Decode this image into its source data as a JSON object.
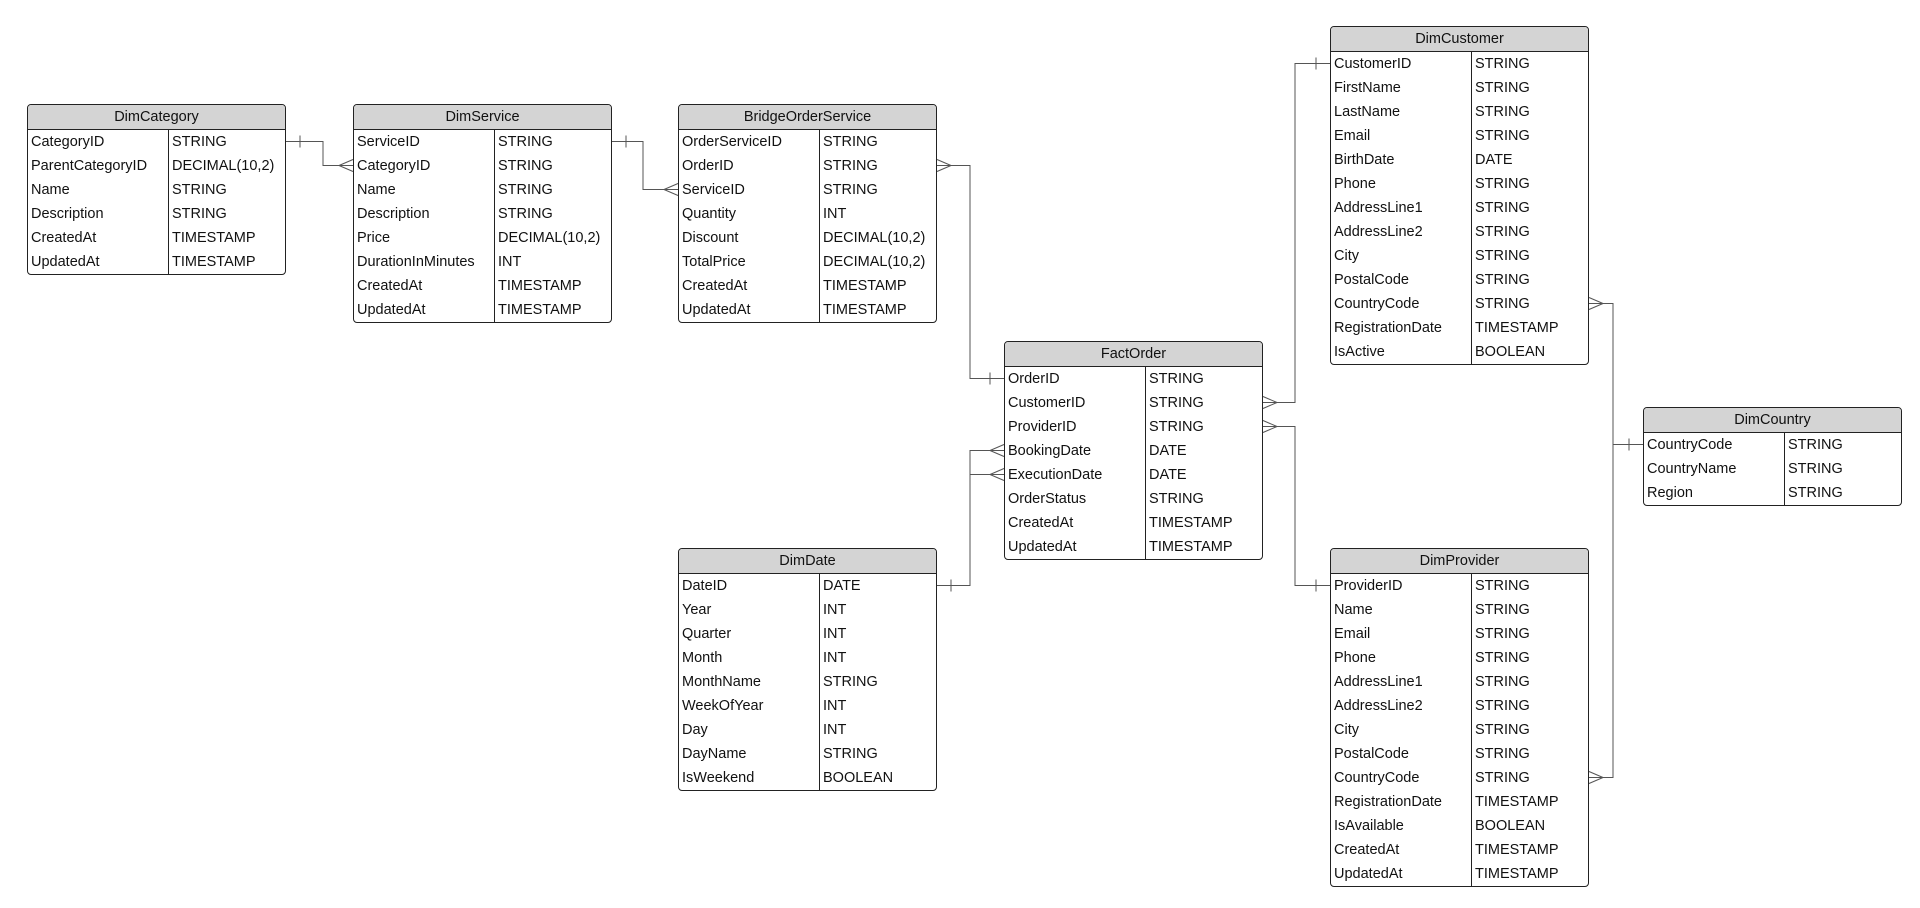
{
  "diagram": {
    "entities": [
      {
        "id": "dim-category",
        "name": "DimCategory",
        "columns": [
          {
            "name": "CategoryID",
            "type": "STRING"
          },
          {
            "name": "ParentCategoryID",
            "type": "DECIMAL(10,2)"
          },
          {
            "name": "Name",
            "type": "STRING"
          },
          {
            "name": "Description",
            "type": "STRING"
          },
          {
            "name": "CreatedAt",
            "type": "TIMESTAMP"
          },
          {
            "name": "UpdatedAt",
            "type": "TIMESTAMP"
          }
        ]
      },
      {
        "id": "dim-service",
        "name": "DimService",
        "columns": [
          {
            "name": "ServiceID",
            "type": "STRING"
          },
          {
            "name": "CategoryID",
            "type": "STRING"
          },
          {
            "name": "Name",
            "type": "STRING"
          },
          {
            "name": "Description",
            "type": "STRING"
          },
          {
            "name": "Price",
            "type": "DECIMAL(10,2)"
          },
          {
            "name": "DurationInMinutes",
            "type": "INT"
          },
          {
            "name": "CreatedAt",
            "type": "TIMESTAMP"
          },
          {
            "name": "UpdatedAt",
            "type": "TIMESTAMP"
          }
        ]
      },
      {
        "id": "bridge-order-service",
        "name": "BridgeOrderService",
        "columns": [
          {
            "name": "OrderServiceID",
            "type": "STRING"
          },
          {
            "name": "OrderID",
            "type": "STRING"
          },
          {
            "name": "ServiceID",
            "type": "STRING"
          },
          {
            "name": "Quantity",
            "type": "INT"
          },
          {
            "name": "Discount",
            "type": "DECIMAL(10,2)"
          },
          {
            "name": "TotalPrice",
            "type": "DECIMAL(10,2)"
          },
          {
            "name": "CreatedAt",
            "type": "TIMESTAMP"
          },
          {
            "name": "UpdatedAt",
            "type": "TIMESTAMP"
          }
        ]
      },
      {
        "id": "dim-customer",
        "name": "DimCustomer",
        "columns": [
          {
            "name": "CustomerID",
            "type": "STRING"
          },
          {
            "name": "FirstName",
            "type": "STRING"
          },
          {
            "name": "LastName",
            "type": "STRING"
          },
          {
            "name": "Email",
            "type": "STRING"
          },
          {
            "name": "BirthDate",
            "type": "DATE"
          },
          {
            "name": "Phone",
            "type": "STRING"
          },
          {
            "name": "AddressLine1",
            "type": "STRING"
          },
          {
            "name": "AddressLine2",
            "type": "STRING"
          },
          {
            "name": "City",
            "type": "STRING"
          },
          {
            "name": "PostalCode",
            "type": "STRING"
          },
          {
            "name": "CountryCode",
            "type": "STRING"
          },
          {
            "name": "RegistrationDate",
            "type": "TIMESTAMP"
          },
          {
            "name": "IsActive",
            "type": "BOOLEAN"
          }
        ]
      },
      {
        "id": "fact-order",
        "name": "FactOrder",
        "columns": [
          {
            "name": "OrderID",
            "type": "STRING"
          },
          {
            "name": "CustomerID",
            "type": "STRING"
          },
          {
            "name": "ProviderID",
            "type": "STRING"
          },
          {
            "name": "BookingDate",
            "type": "DATE"
          },
          {
            "name": "ExecutionDate",
            "type": "DATE"
          },
          {
            "name": "OrderStatus",
            "type": "STRING"
          },
          {
            "name": "CreatedAt",
            "type": "TIMESTAMP"
          },
          {
            "name": "UpdatedAt",
            "type": "TIMESTAMP"
          }
        ]
      },
      {
        "id": "dim-country",
        "name": "DimCountry",
        "columns": [
          {
            "name": "CountryCode",
            "type": "STRING"
          },
          {
            "name": "CountryName",
            "type": "STRING"
          },
          {
            "name": "Region",
            "type": "STRING"
          }
        ]
      },
      {
        "id": "dim-date",
        "name": "DimDate",
        "columns": [
          {
            "name": "DateID",
            "type": "DATE"
          },
          {
            "name": "Year",
            "type": "INT"
          },
          {
            "name": "Quarter",
            "type": "INT"
          },
          {
            "name": "Month",
            "type": "INT"
          },
          {
            "name": "MonthName",
            "type": "STRING"
          },
          {
            "name": "WeekOfYear",
            "type": "INT"
          },
          {
            "name": "Day",
            "type": "INT"
          },
          {
            "name": "DayName",
            "type": "STRING"
          },
          {
            "name": "IsWeekend",
            "type": "BOOLEAN"
          }
        ]
      },
      {
        "id": "dim-provider",
        "name": "DimProvider",
        "columns": [
          {
            "name": "ProviderID",
            "type": "STRING"
          },
          {
            "name": "Name",
            "type": "STRING"
          },
          {
            "name": "Email",
            "type": "STRING"
          },
          {
            "name": "Phone",
            "type": "STRING"
          },
          {
            "name": "AddressLine1",
            "type": "STRING"
          },
          {
            "name": "AddressLine2",
            "type": "STRING"
          },
          {
            "name": "City",
            "type": "STRING"
          },
          {
            "name": "PostalCode",
            "type": "STRING"
          },
          {
            "name": "CountryCode",
            "type": "STRING"
          },
          {
            "name": "RegistrationDate",
            "type": "TIMESTAMP"
          },
          {
            "name": "IsAvailable",
            "type": "BOOLEAN"
          },
          {
            "name": "CreatedAt",
            "type": "TIMESTAMP"
          },
          {
            "name": "UpdatedAt",
            "type": "TIMESTAMP"
          }
        ]
      }
    ],
    "relationships": [
      {
        "one": "dim-category",
        "one_col": 0,
        "many": "dim-service",
        "many_col": 1
      },
      {
        "one": "dim-service",
        "one_col": 0,
        "many": "bridge-order-service",
        "many_col": 2
      },
      {
        "one": "fact-order",
        "one_col": 0,
        "many": "bridge-order-service",
        "many_col": 1
      },
      {
        "one": "dim-customer",
        "one_col": 0,
        "many": "fact-order",
        "many_col": 1
      },
      {
        "one": "dim-provider",
        "one_col": 0,
        "many": "fact-order",
        "many_col": 2
      },
      {
        "one": "dim-date",
        "one_col": 0,
        "many": "fact-order",
        "many_col": 3
      },
      {
        "one": "dim-date",
        "one_col": 0,
        "many": "fact-order",
        "many_col": 4
      },
      {
        "one": "dim-country",
        "one_col": 0,
        "many": "dim-customer",
        "many_col": 10
      },
      {
        "one": "dim-country",
        "one_col": 0,
        "many": "dim-provider",
        "many_col": 8
      }
    ],
    "colors": {
      "header_fill": "#d4d4d4",
      "border": "#222222",
      "line": "#555555"
    }
  }
}
